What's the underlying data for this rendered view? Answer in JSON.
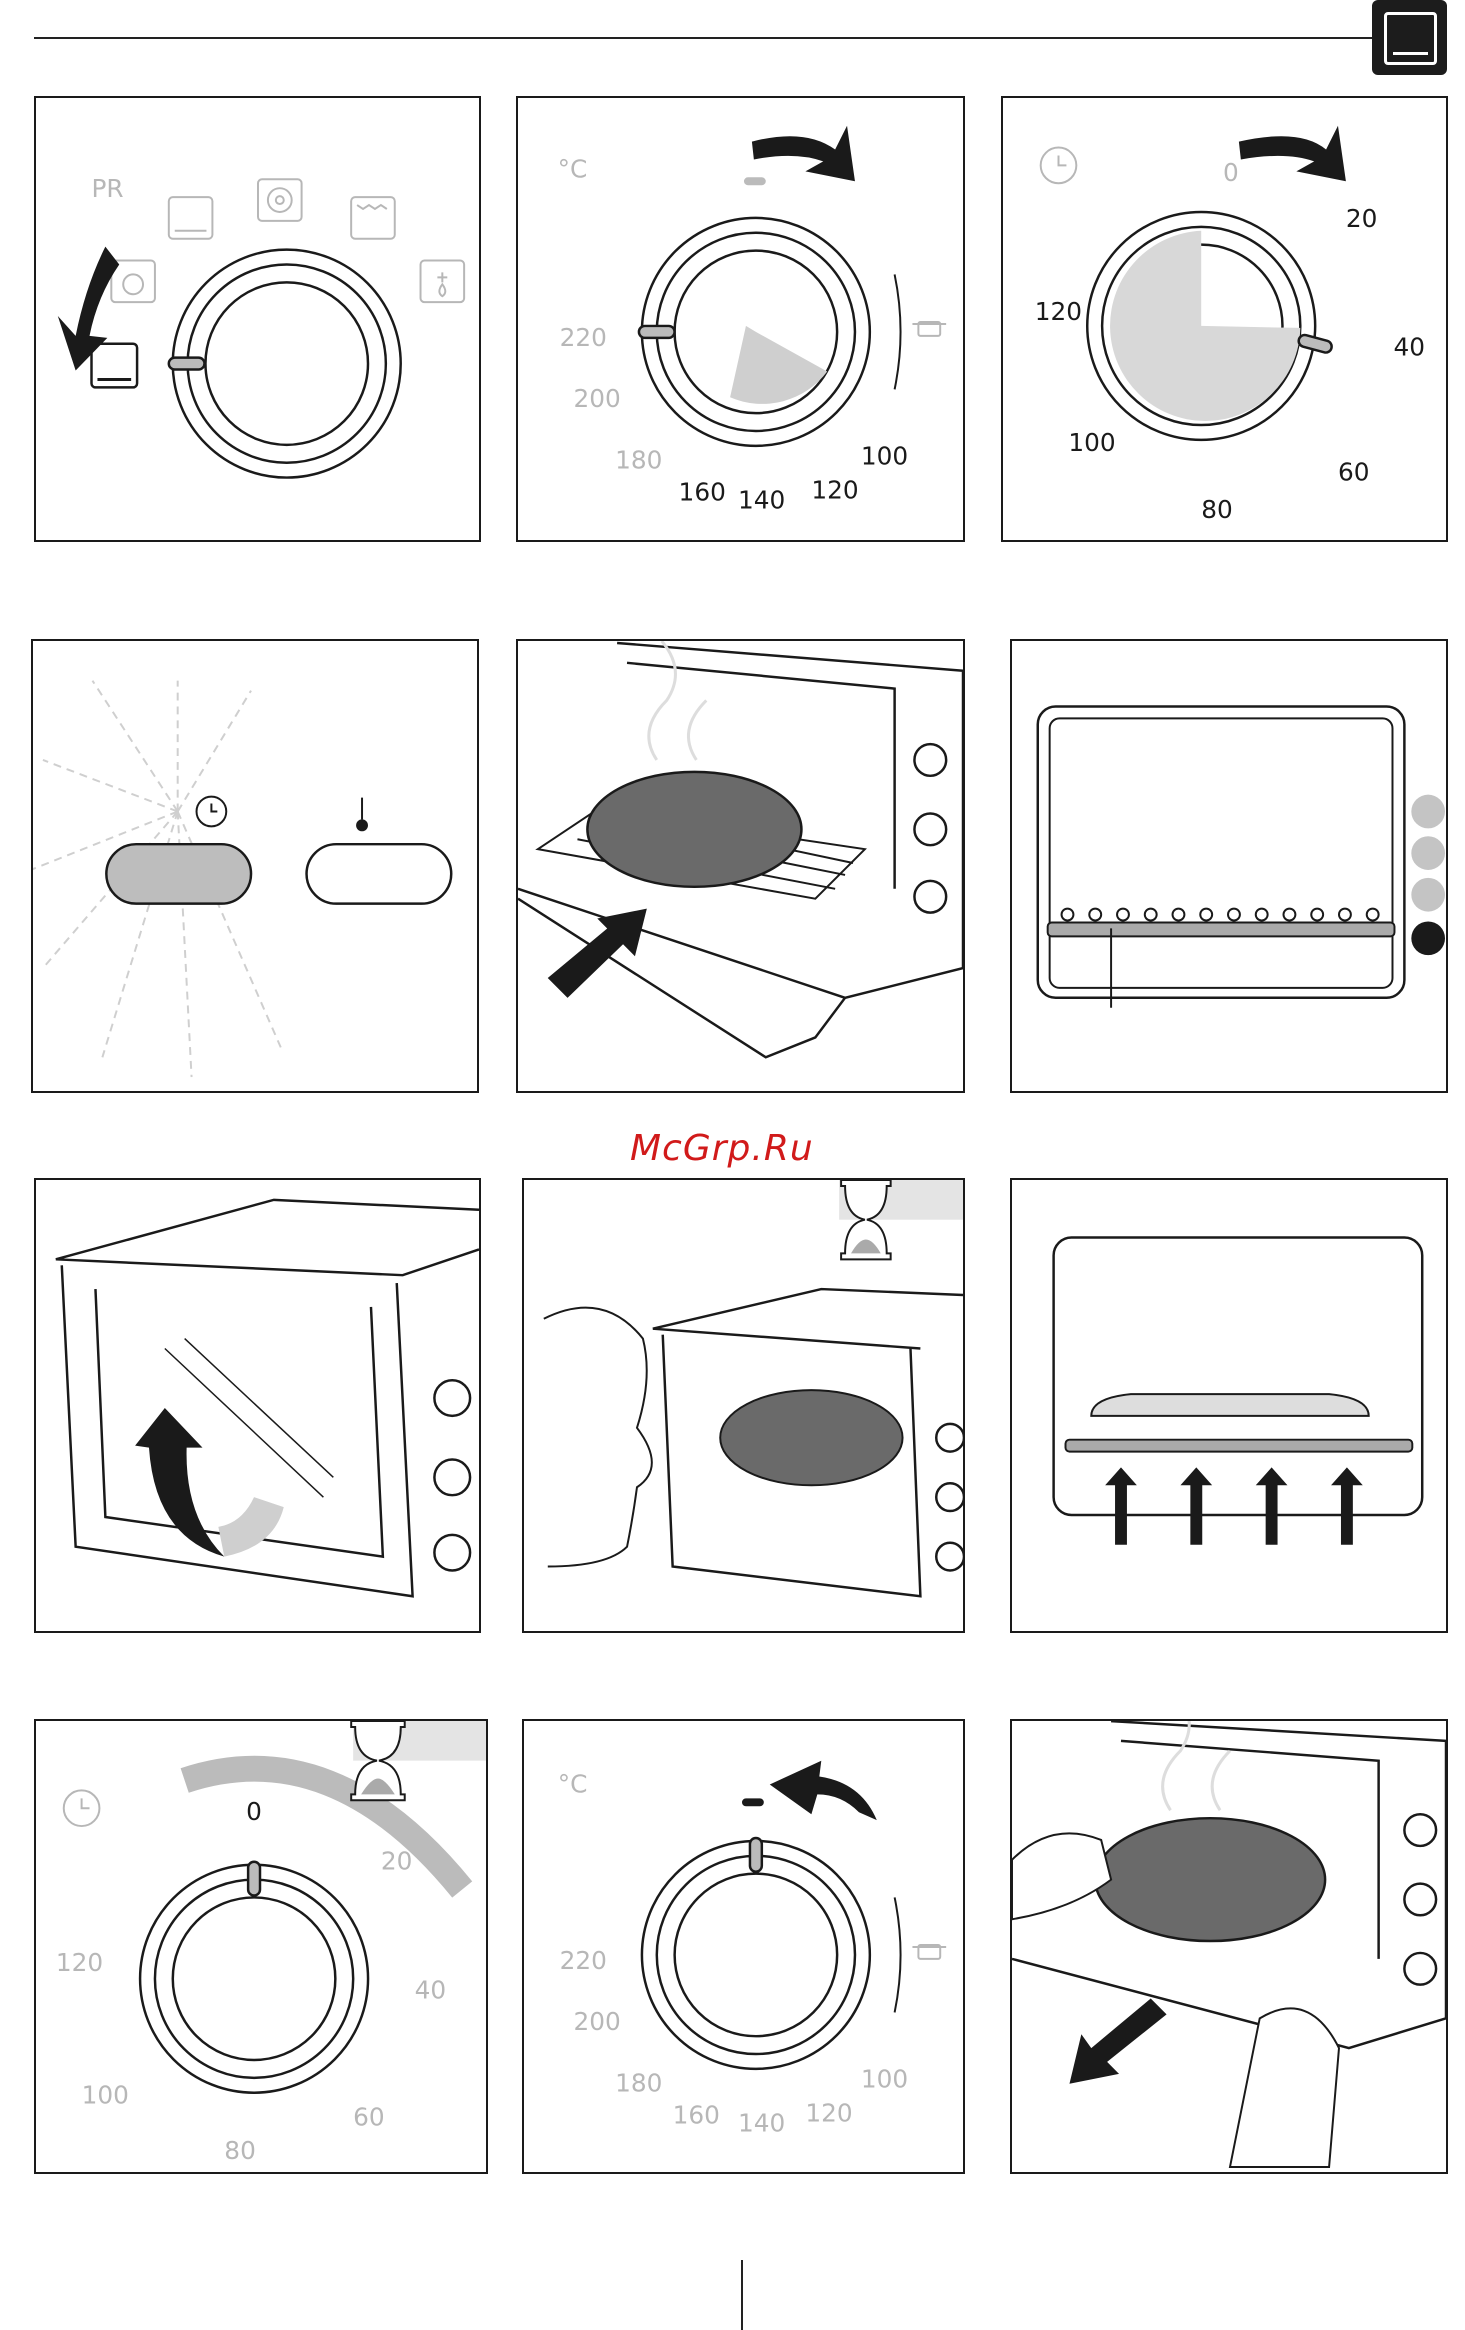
{
  "watermark": "McGrp.Ru",
  "panels": {
    "p1": {
      "mode_label": "PR"
    },
    "p2": {
      "unit": "°C",
      "scale": [
        "220",
        "200",
        "180",
        "160",
        "140",
        "120",
        "100"
      ]
    },
    "p3": {
      "scale": [
        "0",
        "20",
        "40",
        "60",
        "80",
        "100",
        "120"
      ]
    },
    "p10": {
      "scale": [
        "0",
        "20",
        "40",
        "60",
        "80",
        "100",
        "120"
      ]
    },
    "p11": {
      "unit": "°C",
      "scale": [
        "220",
        "200",
        "180",
        "160",
        "140",
        "120",
        "100"
      ]
    }
  },
  "rack_levels": 4,
  "rack_selected_level": 4
}
